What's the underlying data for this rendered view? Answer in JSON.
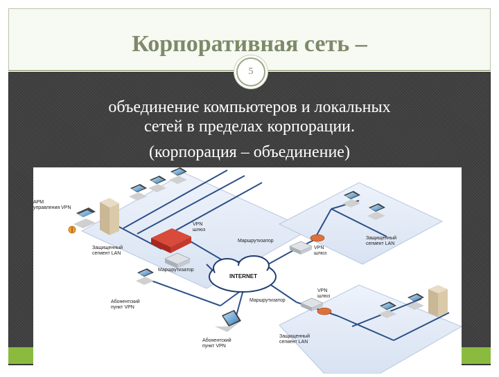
{
  "slide": {
    "title": "Корпоративная сеть –",
    "page_number": "5",
    "line1": "объединение компьютеров и локальных",
    "line2": "сетей в пределах корпорации.",
    "line3": "(корпорация – объединение)"
  },
  "diagram": {
    "label_arm_1": "АРМ",
    "label_arm_2": "управления VPN",
    "label_vpn_left_1": "VPN",
    "label_vpn_left_2": "шлюз",
    "label_router_top": "Маршрутизатор",
    "label_vpn_right_1": "VPN",
    "label_vpn_right_2": "шлюз",
    "label_lan_left_1": "Защищенный",
    "label_lan_left_2": "сегмент LAN",
    "label_lan_right_1": "Защищенный",
    "label_lan_right_2": "сегмент LAN",
    "label_router_left": "Маршрутизатор",
    "label_internet": "INTERNET",
    "label_abon_left_1": "Абонентский",
    "label_abon_left_2": "пункт VPN",
    "label_vpn_bottom_1": "VPN",
    "label_vpn_bottom_2": "шлюз",
    "label_router_bottom": "Маршрутизатор",
    "label_abon_bottom_1": "Абонентский",
    "label_abon_bottom_2": "пункт VPN",
    "label_lan_bottom_1": "Защищенный",
    "label_lan_bottom_2": "сегмент LAN"
  }
}
